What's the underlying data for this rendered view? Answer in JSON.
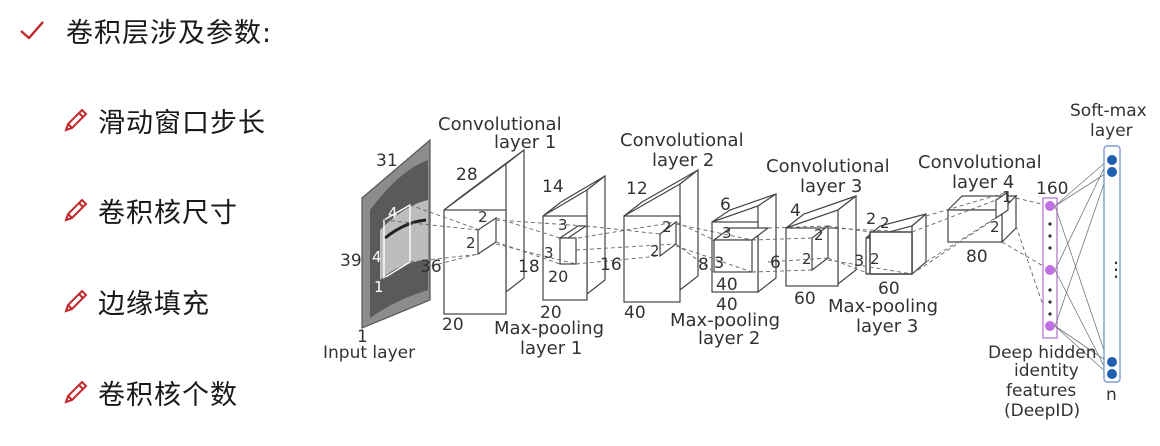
{
  "header": {
    "title": "卷积层涉及参数:",
    "icon": "checkmark-icon",
    "accent_color": "#c0282d"
  },
  "bullets": [
    {
      "label": "滑动窗口步长",
      "icon": "pencil-icon"
    },
    {
      "label": "卷积核尺寸",
      "icon": "pencil-icon"
    },
    {
      "label": "边缘填充",
      "icon": "pencil-icon"
    },
    {
      "label": "卷积核个数",
      "icon": "pencil-icon"
    }
  ],
  "diagram": {
    "input_layer": {
      "name": "Input layer",
      "depth": "1",
      "width": "31",
      "height": "39",
      "kernel_a": "4",
      "kernel_b": "4",
      "kernel_depth": "1"
    },
    "conv1": {
      "title_line1": "Convolutional",
      "title_line2": "layer 1",
      "height": "28",
      "width": "36",
      "depth": "20",
      "kernel_a": "2",
      "kernel_b": "2"
    },
    "pool1": {
      "title_line1": "Max-pooling",
      "title_line2": "layer 1",
      "height": "14",
      "width": "18",
      "depth": "20",
      "kernel_a": "3",
      "kernel_b": "3",
      "depth_in": "20"
    },
    "conv2": {
      "title_line1": "Convolutional",
      "title_line2": "layer 2",
      "height": "12",
      "width": "16",
      "depth": "40",
      "kernel_a": "2",
      "kernel_b": "2"
    },
    "pool2": {
      "title_line1": "Max-pooling",
      "title_line2": "layer 2",
      "height": "6",
      "width": "8",
      "depth": "40",
      "kernel_a": "3",
      "kernel_b": "3",
      "depth_in": "40"
    },
    "conv3": {
      "title_line1": "Convolutional",
      "title_line2": "layer 3",
      "height": "4",
      "width": "6",
      "depth": "60",
      "kernel_a": "2",
      "kernel_b": "2"
    },
    "pool3": {
      "title_line1": "Max-pooling",
      "title_line2": "layer 3",
      "height": "2",
      "width": "3",
      "depth": "60",
      "kernel_a": "2",
      "kernel_b": "2"
    },
    "conv4": {
      "title_line1": "Convolutional",
      "title_line2": "layer 4",
      "depth": "80",
      "kernel_a": "1",
      "kernel_b": "2"
    },
    "deepid": {
      "size": "160",
      "line1": "Deep hidden",
      "line2": "identity",
      "line3": "features",
      "line4": "(DeepID)",
      "color": "#c070e0"
    },
    "softmax": {
      "line1": "Soft-max",
      "line2": "layer",
      "size": "n",
      "color": "#1f5fb0",
      "ellipsis": "⋮"
    }
  }
}
